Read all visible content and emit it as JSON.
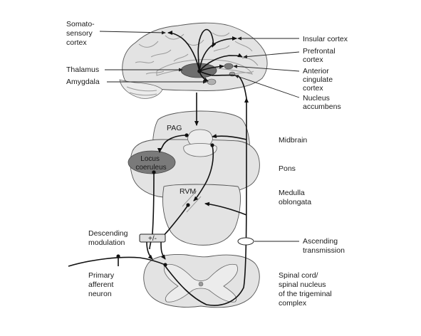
{
  "labels": {
    "somatosensory_cortex": [
      "Somato-",
      "sensory",
      "cortex"
    ],
    "thalamus": "Thalamus",
    "amygdala": "Amygdala",
    "insular_cortex": "Insular cortex",
    "prefrontal_cortex": [
      "Prefrontal",
      "cortex"
    ],
    "anterior_cingulate_cortex": [
      "Anterior",
      "cingulate",
      "cortex"
    ],
    "nucleus_accumbens": [
      "Nucleus",
      "accumbens"
    ],
    "pag": "PAG",
    "locus_coeruleus": [
      "Locus",
      "coeruleus"
    ],
    "rvm": "RVM",
    "midbrain": "Midbrain",
    "pons": "Pons",
    "medulla_oblongata": [
      "Medulla",
      "oblongata"
    ],
    "descending_modulation": [
      "Descending",
      "modulation"
    ],
    "modulation_box": "+/-",
    "ascending_transmission": [
      "Ascending",
      "transmission"
    ],
    "primary_afferent_neuron": [
      "Primary",
      "afferent",
      "neuron"
    ],
    "spinal_cord": [
      "Spinal cord/",
      "spinal nucleus",
      "of the trigeminal",
      "complex"
    ]
  },
  "colors": {
    "tissue_fill": "#e3e3e3",
    "thalamus_fill": "#6e6e6e",
    "locus_coeruleus_fill": "#7a7a7a",
    "pathway": "#111111",
    "background": "#ffffff"
  }
}
